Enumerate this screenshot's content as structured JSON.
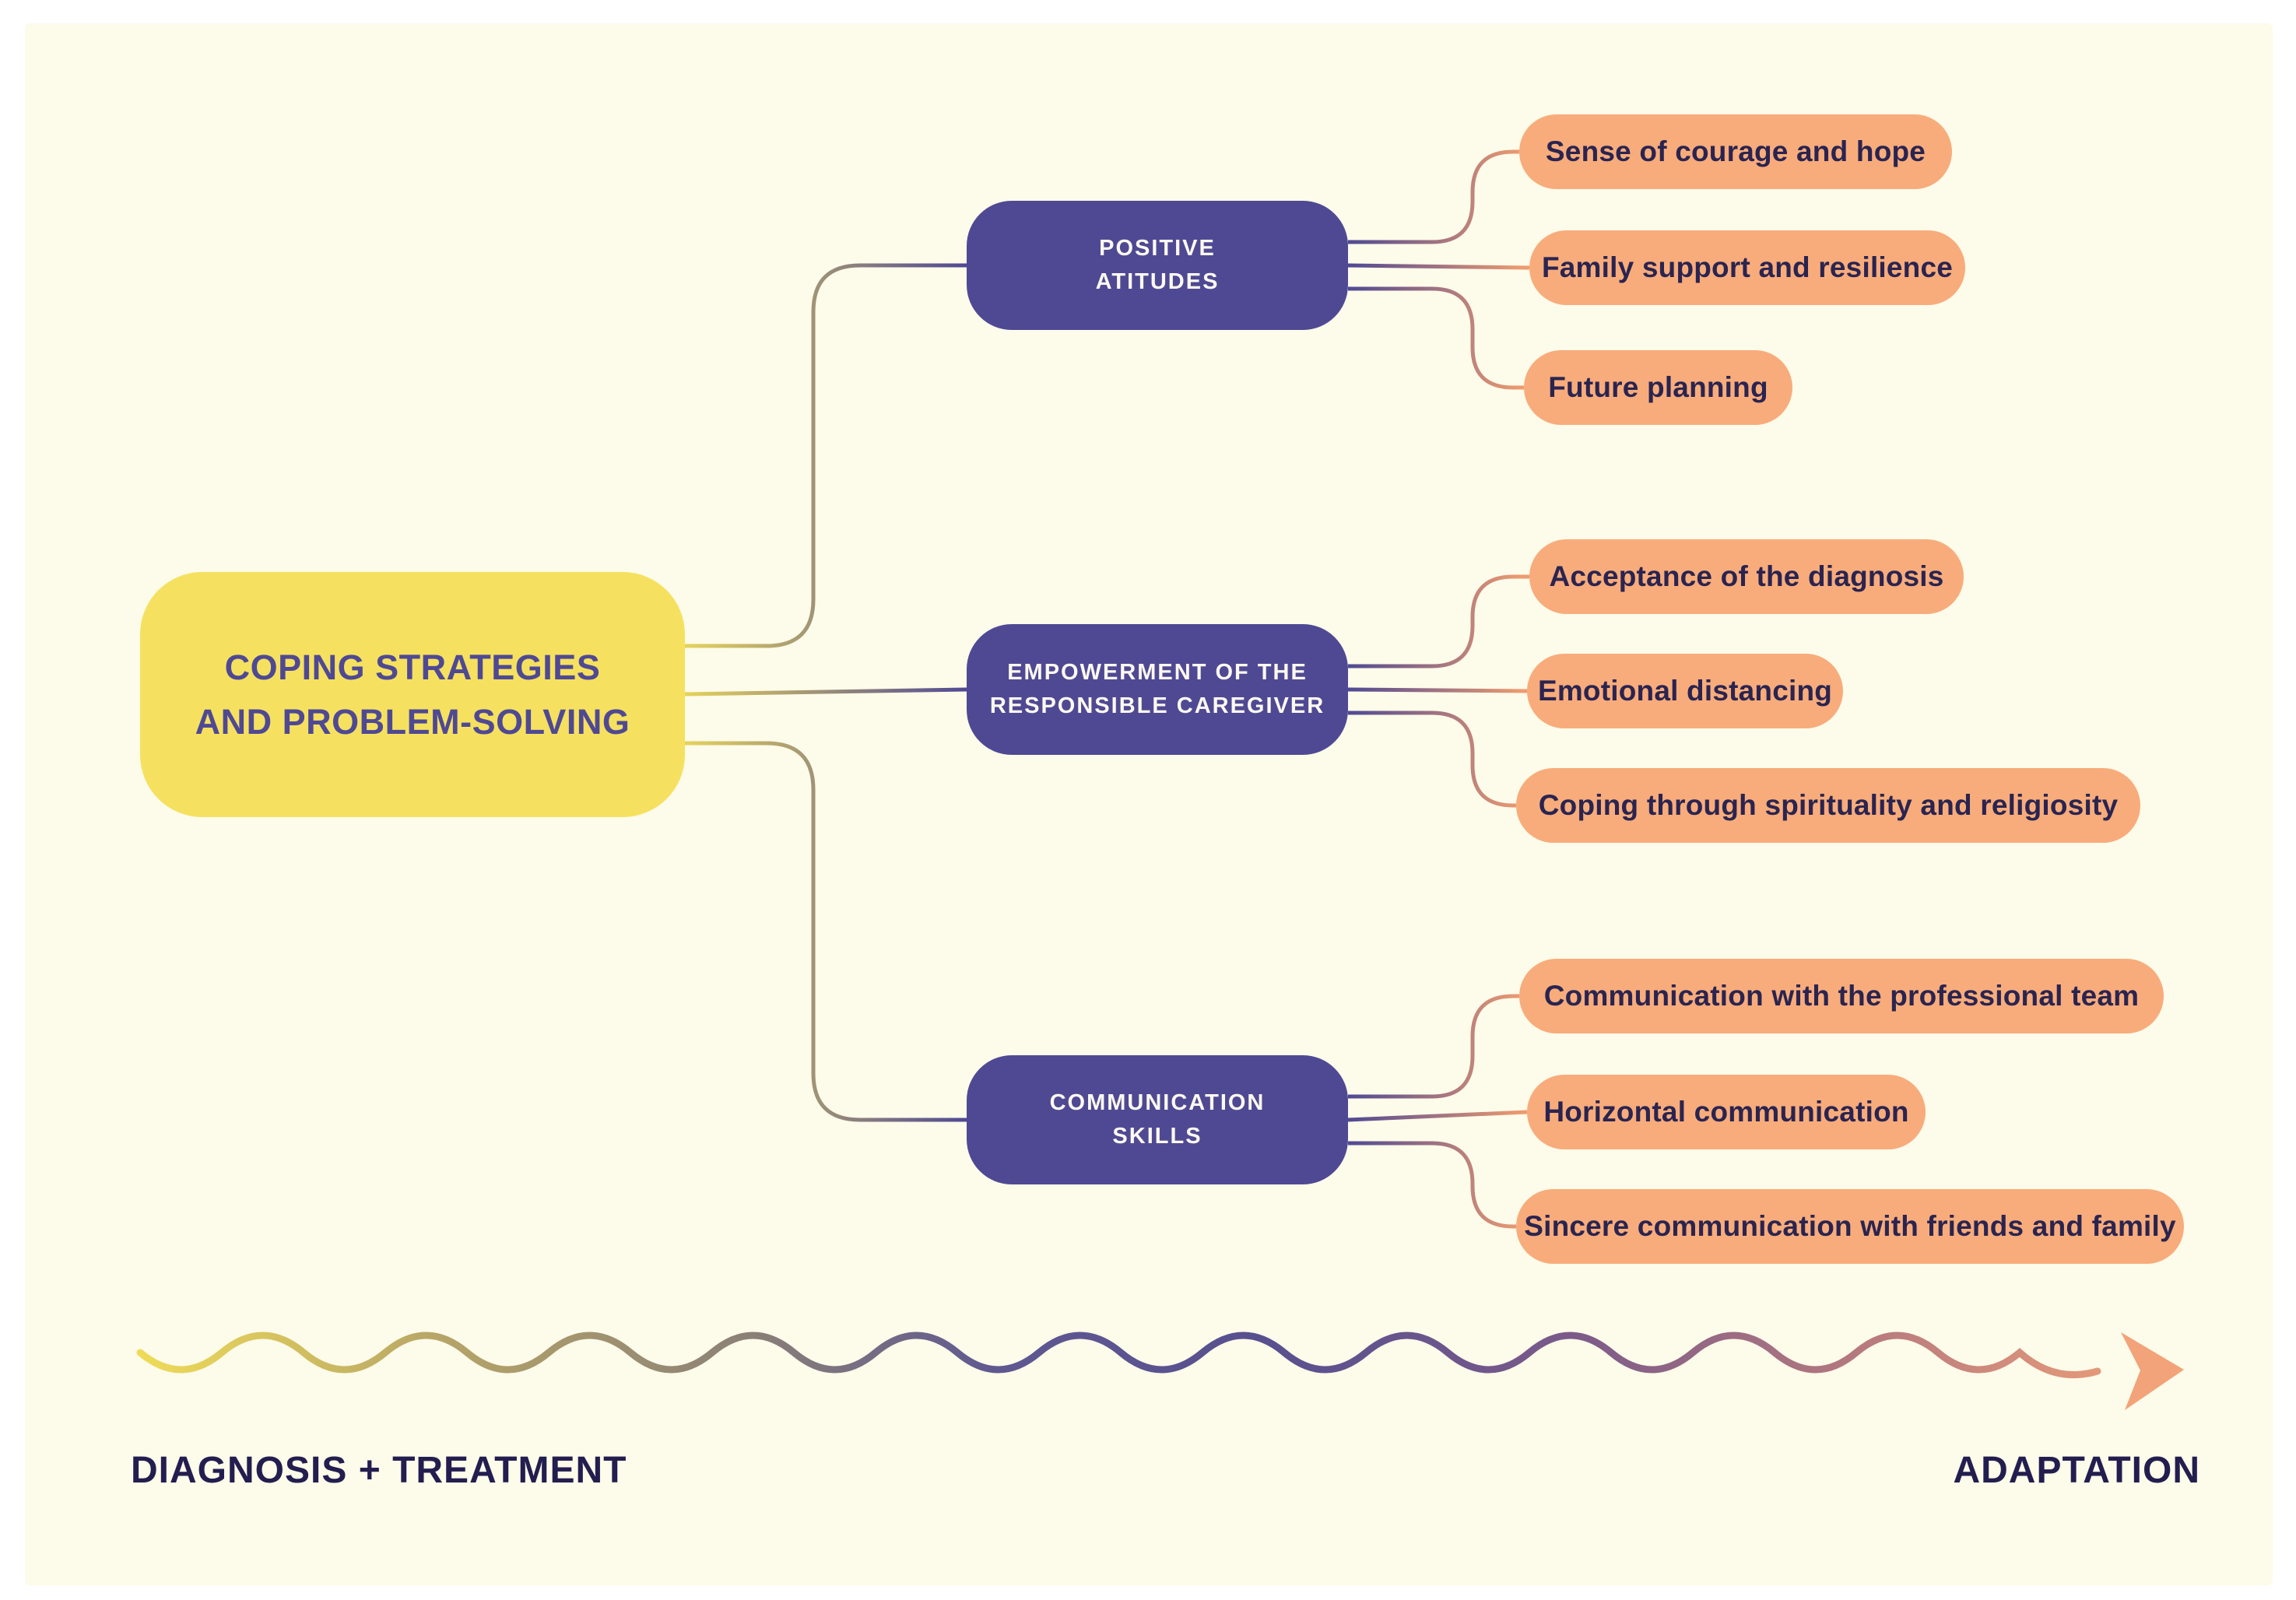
{
  "diagram": {
    "root": {
      "label": "COPING STRATEGIES\nAND PROBLEM-SOLVING"
    },
    "branches": [
      {
        "label": "POSITIVE\nATITUDES",
        "children": [
          "Sense of courage and hope",
          "Family support and resilience",
          "Future planning"
        ]
      },
      {
        "label": "EMPOWERMENT OF THE\nRESPONSIBLE CAREGIVER",
        "children": [
          "Acceptance of the diagnosis",
          "Emotional distancing",
          "Coping through spirituality and religiosity"
        ]
      },
      {
        "label": "COMMUNICATION\nSKILLS",
        "children": [
          "Communication with the professional team",
          "Horizontal communication",
          "Sincere communication with friends and family"
        ]
      }
    ],
    "timeline": {
      "start_label": "DIAGNOSIS + TREATMENT",
      "end_label": "ADAPTATION"
    },
    "colors": {
      "page_background": "#FFFFFF",
      "surface": "#FDFBE9",
      "root_fill": "#F5E15F",
      "branch_fill": "#4F4994",
      "leaf_fill": "#F8AC7B",
      "root_text": "#4F4994",
      "branch_text": "#FBF9EE",
      "leaf_text": "#2A2450",
      "timeline_text": "#231E4F",
      "wave_start": "#EFDB58",
      "wave_mid": "#57508F",
      "wave_end": "#F2A379"
    }
  }
}
